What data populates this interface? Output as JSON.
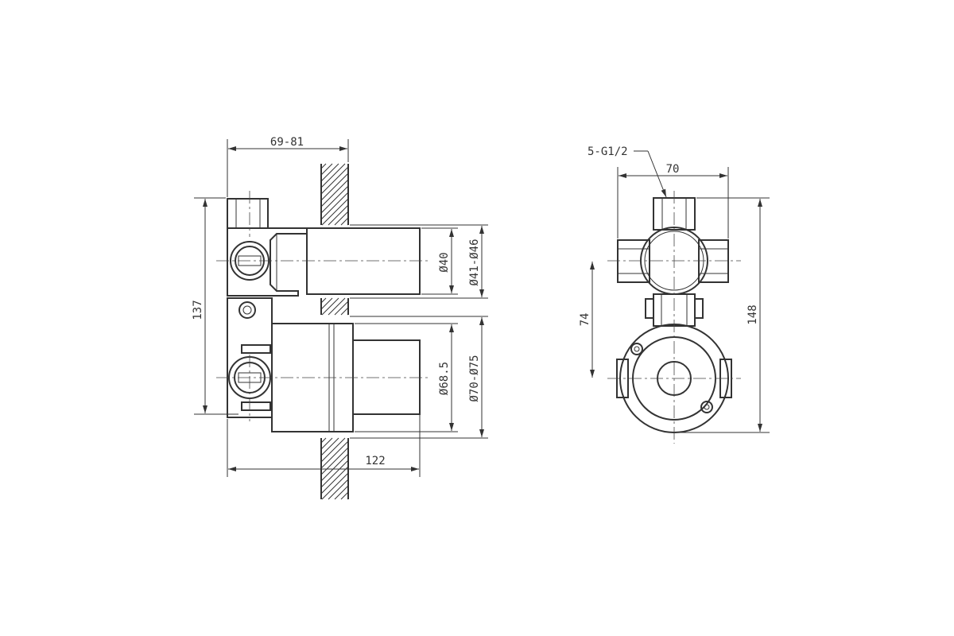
{
  "colors": {
    "line": "#333333",
    "background": "#ffffff"
  },
  "side_view": {
    "dim_top_width": "69-81",
    "dim_height": "137",
    "dim_bottom_width": "122",
    "dim_upper_inner": "Ø40",
    "dim_upper_outer": "Ø41-Ø46",
    "dim_lower_inner": "Ø68.5",
    "dim_lower_outer": "Ø70-Ø75"
  },
  "front_view": {
    "thread_label": "5-G1/2",
    "dim_width": "70",
    "dim_height": "148",
    "dim_center_offset": "74"
  }
}
